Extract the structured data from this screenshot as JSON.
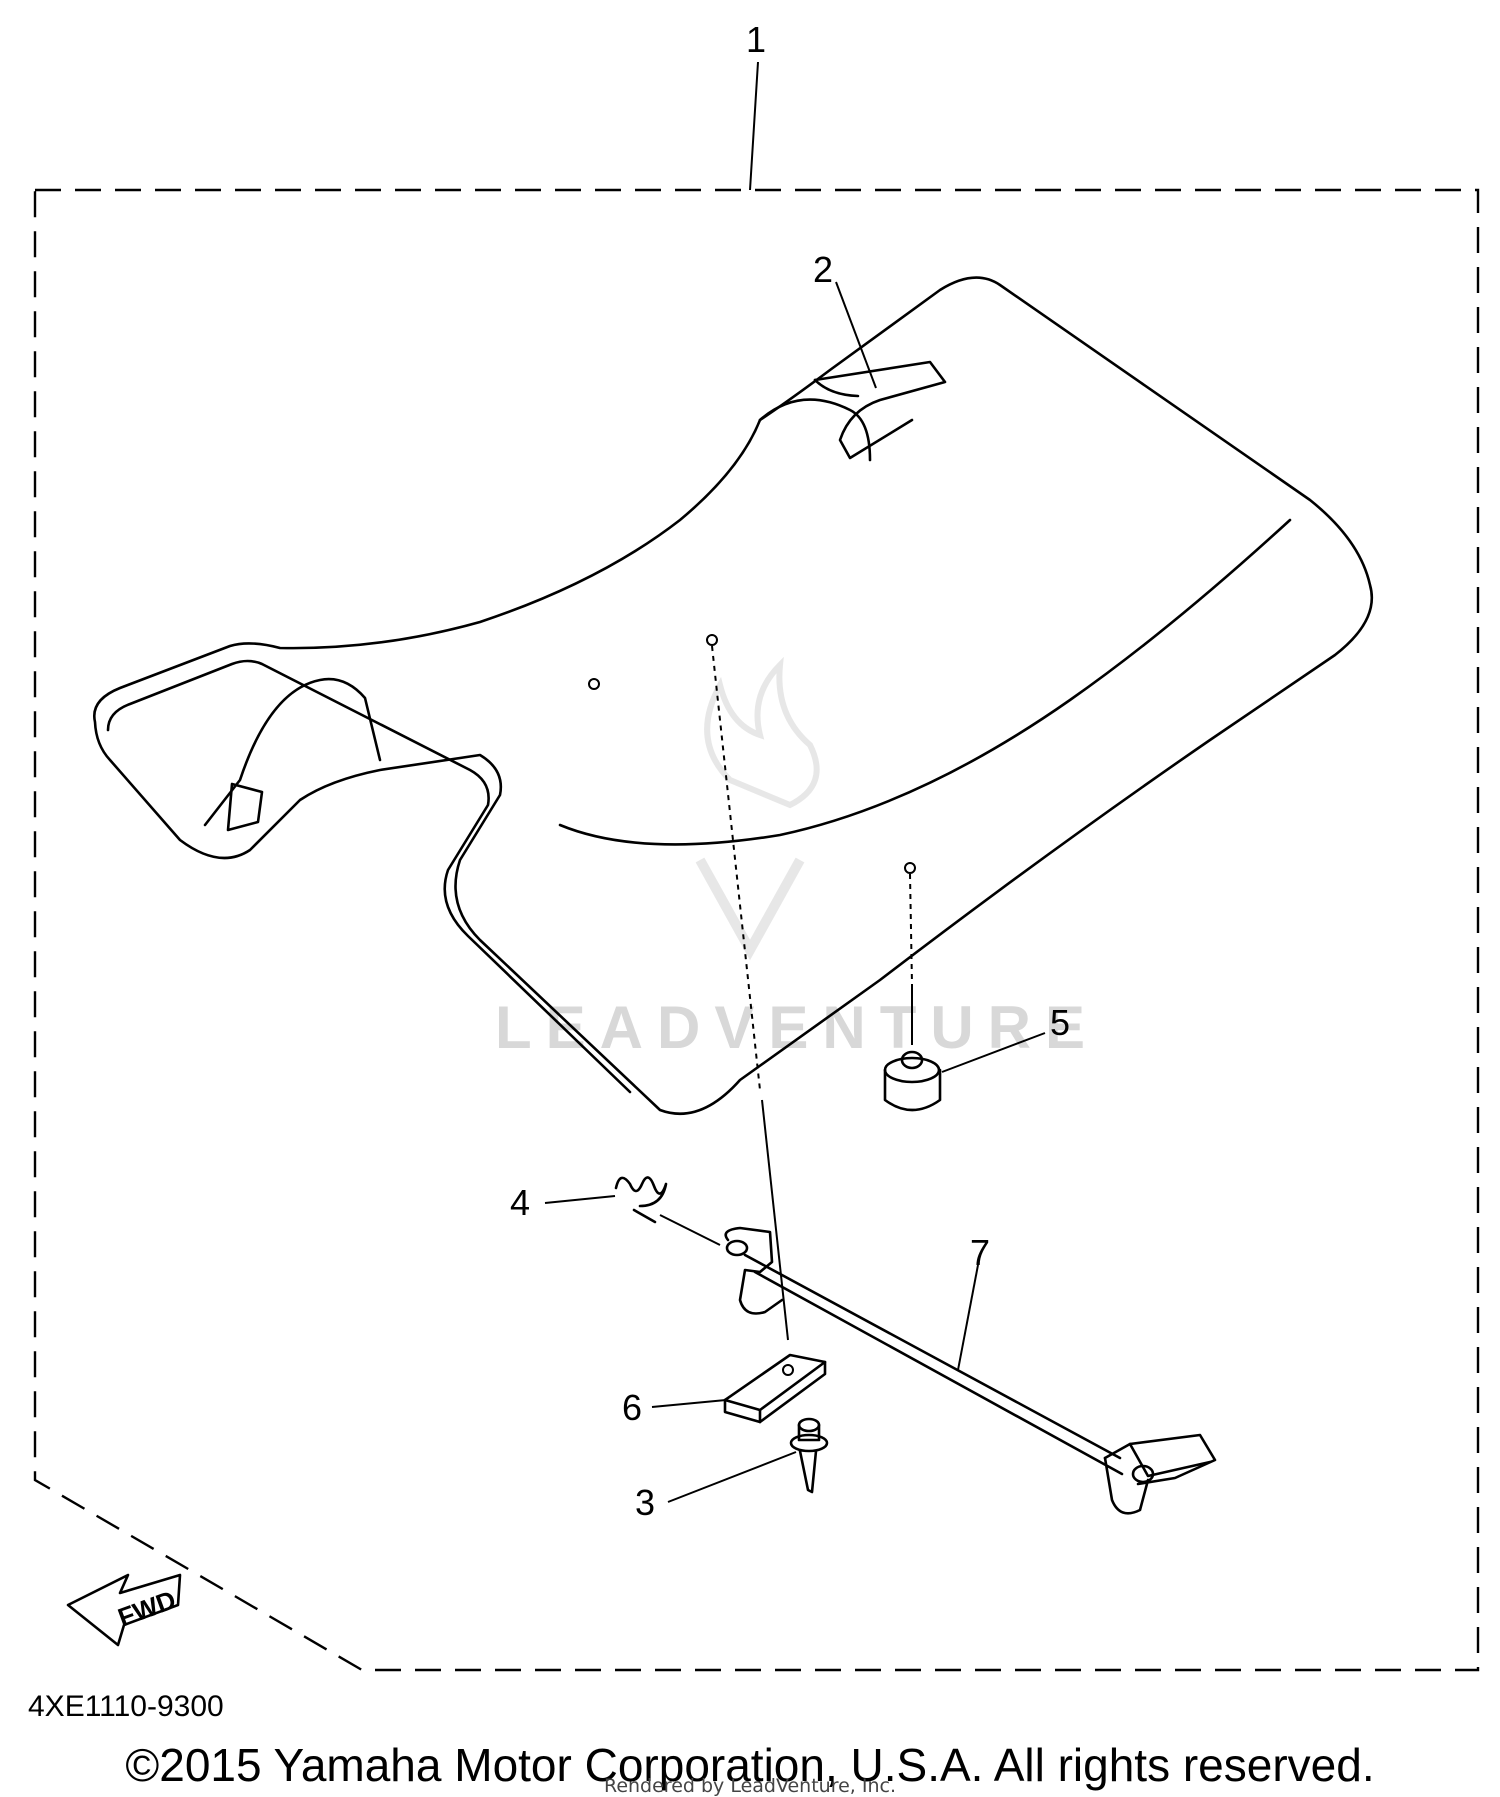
{
  "callouts": {
    "c1": "1",
    "c2": "2",
    "c3": "3",
    "c4": "4",
    "c5": "5",
    "c6": "6",
    "c7": "7"
  },
  "fwd_arrow_label": "FWD",
  "watermark": "LEADVENTURE",
  "diagram_code": "4XE1110-9300",
  "copyright": "©2015 Yamaha Motor Corporation, U.S.A. All rights reserved.",
  "rendered_by": "Rendered by LeadVenture, Inc."
}
